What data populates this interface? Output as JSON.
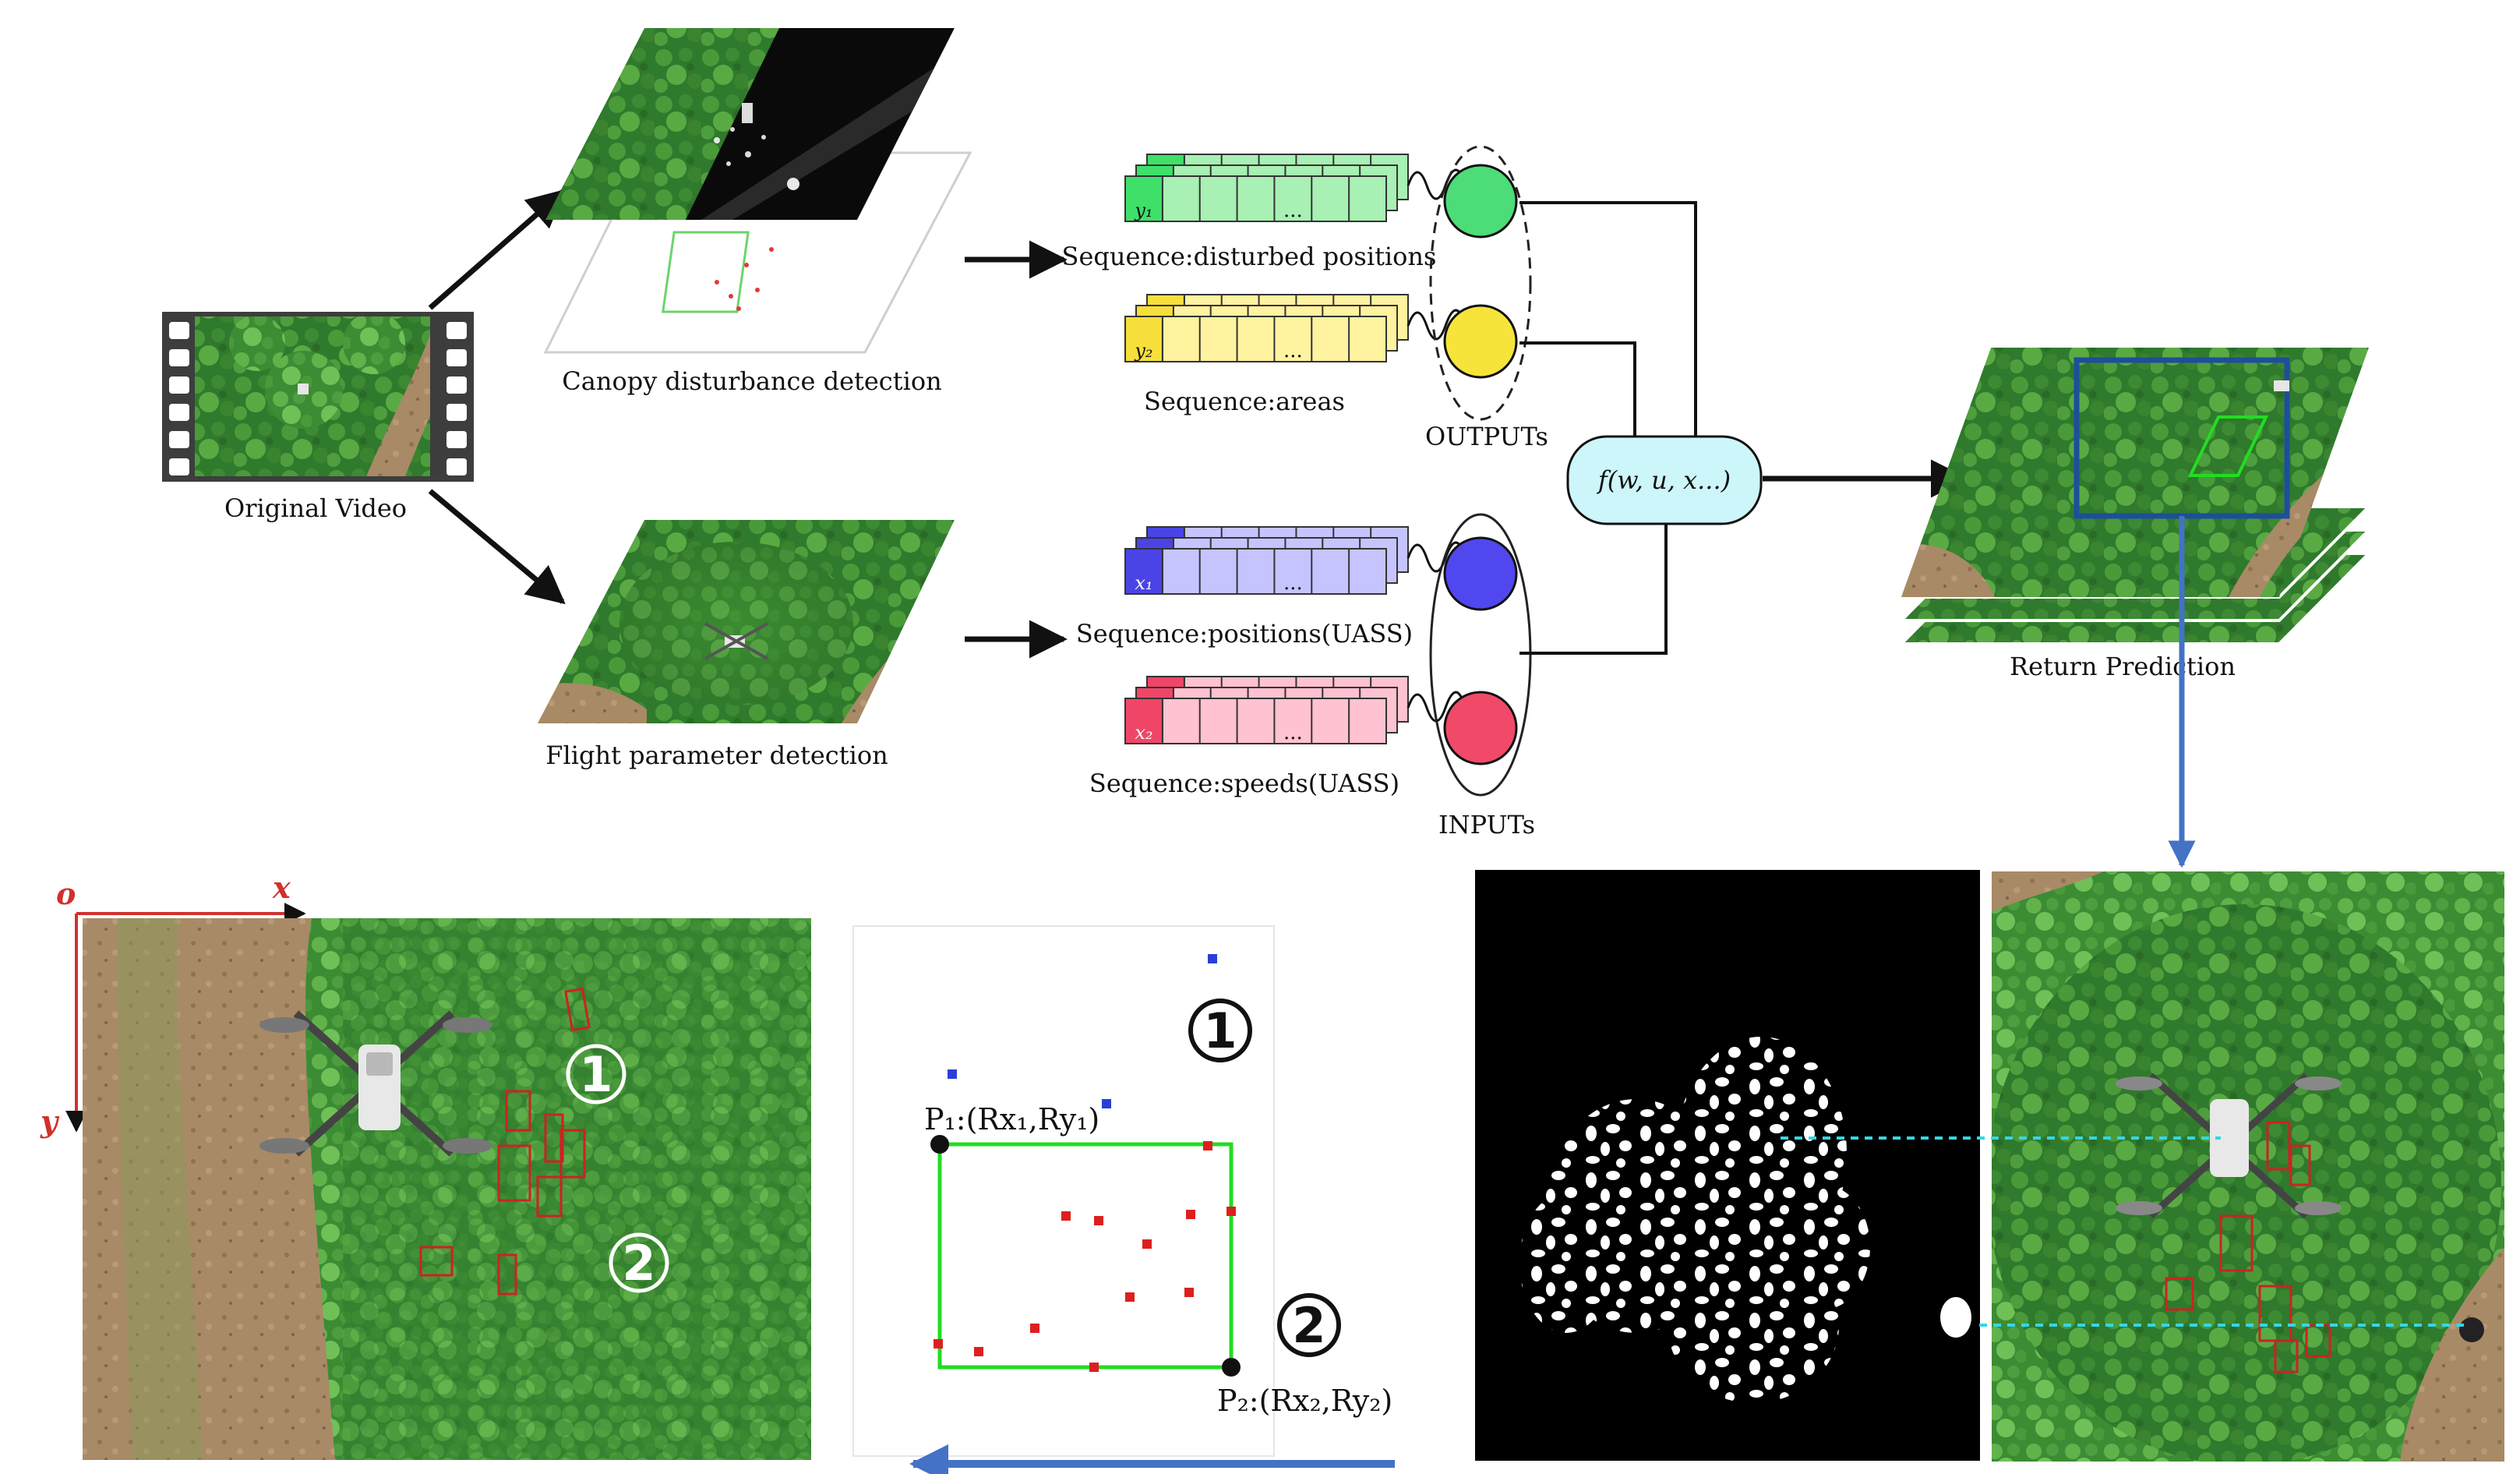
{
  "labels": {
    "original_video": "Original Video",
    "canopy_detection": "Canopy disturbance detection",
    "flight_detection": "Flight parameter detection",
    "return_prediction": "Return Prediction",
    "outputs": "OUTPUTs",
    "inputs": "INPUTs",
    "function": "f(w, u, x...)"
  },
  "sequences": [
    {
      "id": "y1",
      "symbol": "y₁",
      "label": "Sequence:disturbed positions",
      "color": "#a8f0b4",
      "dark": "#3ee06a",
      "node": "#4cdc78"
    },
    {
      "id": "y2",
      "symbol": "y₂",
      "label": "Sequence:areas",
      "color": "#fff3a0",
      "dark": "#f6df3a",
      "node": "#f7e43a"
    },
    {
      "id": "x1",
      "symbol": "x₁",
      "label": "Sequence:positions(UASS)",
      "color": "#c6c4ff",
      "dark": "#4a44e6",
      "node": "#5147ef"
    },
    {
      "id": "x2",
      "symbol": "x₂",
      "label": "Sequence:speeds(UASS)",
      "color": "#ffc2d0",
      "dark": "#ef4668",
      "node": "#f04a68"
    }
  ],
  "ellipsis": "...",
  "coords": {
    "origin": "o",
    "x_axis": "x",
    "y_axis": "y"
  },
  "markers": {
    "one": "①",
    "two": "②"
  },
  "points": {
    "p1": "P₁:(Rx₁,Ry₁)",
    "p2": "P₂:(Rx₂,Ry₂)"
  },
  "colors": {
    "arrow_black": "#111111",
    "arrow_blue": "#4472c4",
    "box_green": "#22dd22",
    "function_fill": "#cdf6fa",
    "highlight_blue": "#1f4e9a",
    "dashed_cyan": "#35d6e6",
    "red_box": "#cc2222"
  }
}
